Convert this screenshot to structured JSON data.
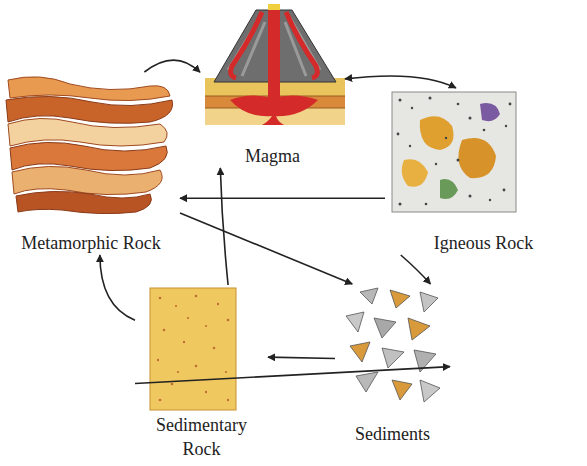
{
  "diagram": {
    "nodes": [
      {
        "text": [
          "Magma"
        ]
      },
      {
        "text": [
          "Metamorphic Rock"
        ]
      },
      {
        "text": [
          "Igneous Rock"
        ]
      },
      {
        "text": [
          "Sedimentary Rock"
        ]
      },
      {
        "text": [
          "Sediments"
        ]
      }
    ],
    "edges": [
      {
        "from": 1,
        "to": 0,
        "arrow": "to"
      },
      {
        "from": 0,
        "to": 2,
        "arrow": "both"
      },
      {
        "from": 2,
        "to": 1,
        "arrow": "to"
      },
      {
        "from": 1,
        "to": 4,
        "arrow": "to"
      },
      {
        "from": 2,
        "to": 4,
        "arrow": "to"
      },
      {
        "from": 4,
        "to": 3,
        "arrow": "to"
      },
      {
        "from": 3,
        "to": 4,
        "arrow": "to"
      },
      {
        "from": 3,
        "to": 0,
        "arrow": "to"
      },
      {
        "from": 3,
        "to": 1,
        "arrow": "to"
      }
    ]
  }
}
